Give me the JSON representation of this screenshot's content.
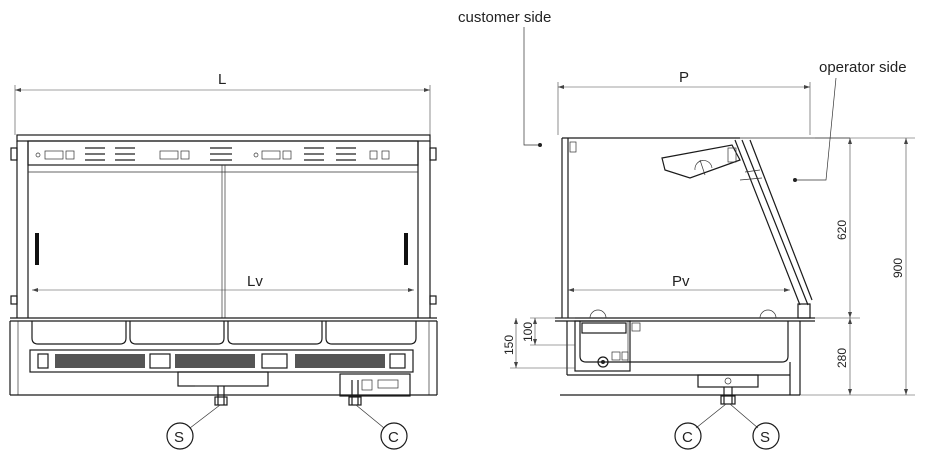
{
  "labels": {
    "customer_side": "customer side",
    "operator_side": "operator side"
  },
  "front_view": {
    "length_label": "L",
    "inner_length_label": "Lv",
    "callout_left": "S",
    "callout_right": "C"
  },
  "side_view": {
    "depth_label": "P",
    "inner_depth_label": "Pv",
    "dim_620": "620",
    "dim_900": "900",
    "dim_280": "280",
    "dim_100": "100",
    "dim_150": "150",
    "callout_left": "C",
    "callout_right": "S"
  },
  "colors": {
    "line": "#1a1a1a",
    "background": "#ffffff"
  }
}
